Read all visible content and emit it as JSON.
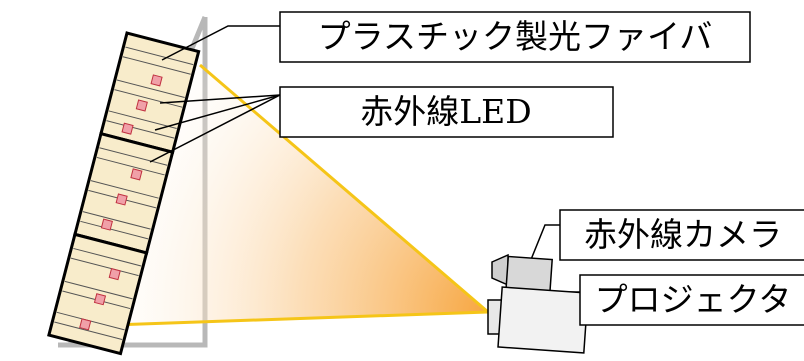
{
  "labels": {
    "fiber": "プラスチック製光ファイバ",
    "led": "赤外線LED",
    "camera": "赤外線カメラ",
    "projector": "プロジェクタ"
  },
  "colors": {
    "panel_fill": "#f8eccb",
    "panel_border": "#000000",
    "led_fill": "#f0a0a8",
    "led_border": "#c03040",
    "projection_edge": "#f5c518",
    "projection_glow": "#f7a640",
    "stand": "#b8b8b8",
    "camera_fill": "#d8d8d8",
    "projector_fill": "#f2f2f2"
  }
}
